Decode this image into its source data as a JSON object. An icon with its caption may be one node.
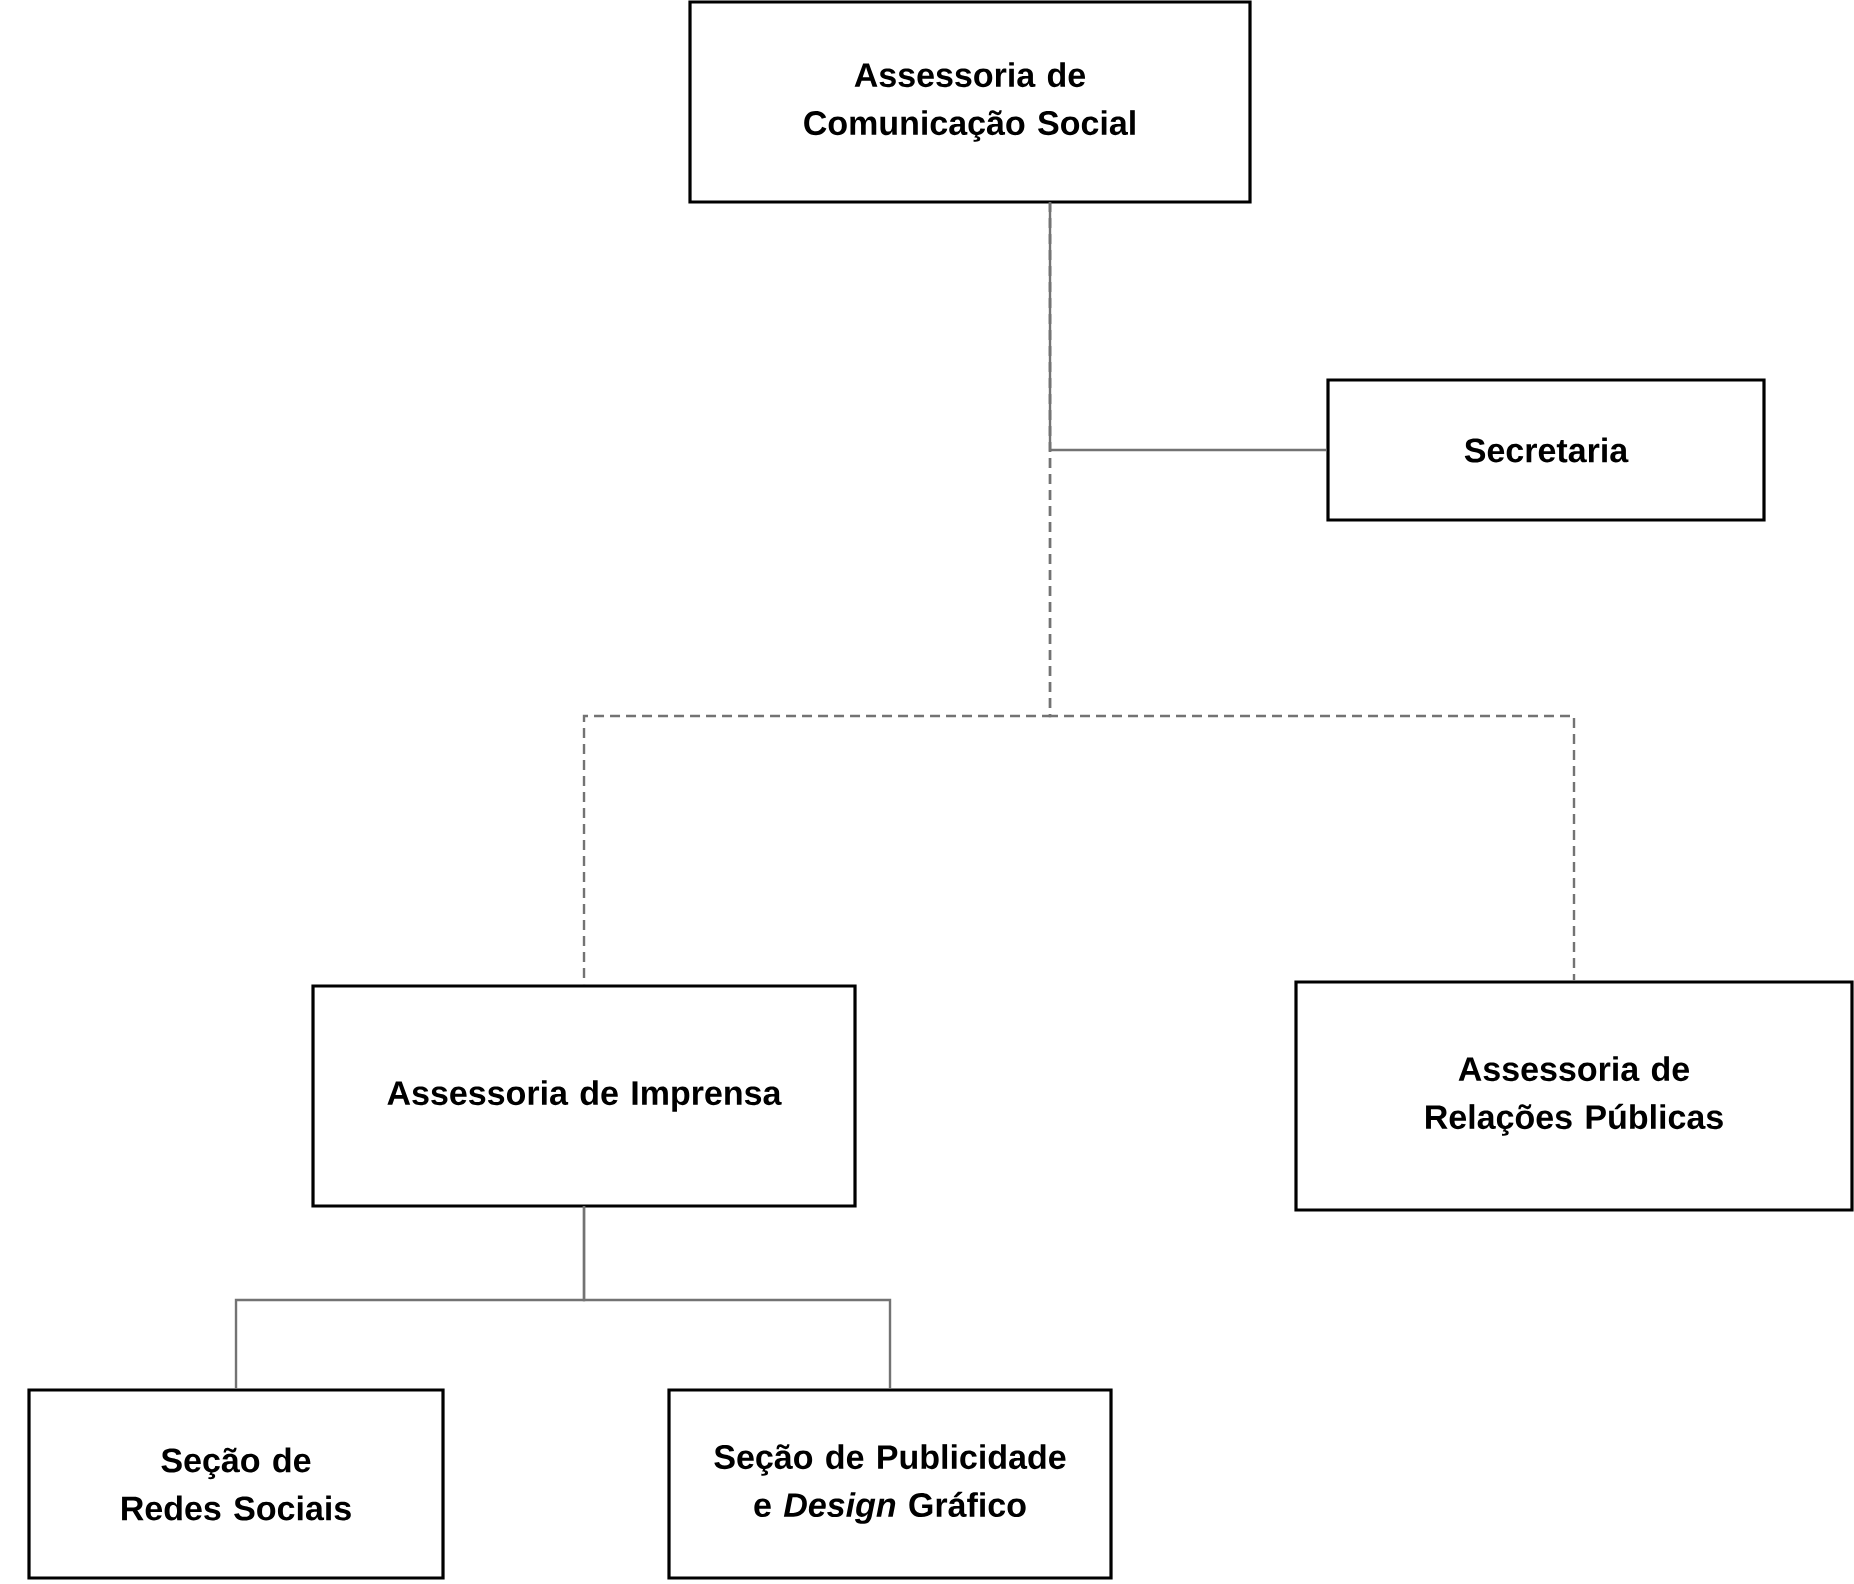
{
  "diagram": {
    "nodes": [
      {
        "text": [
          "Assessoria de Comunicação Social"
        ]
      },
      {
        "text": [
          "Secretaria"
        ]
      },
      {
        "text": [
          "Assessoria de Imprensa"
        ]
      },
      {
        "text": [
          "Assessoria de Relações Públicas"
        ]
      },
      {
        "text": [
          "Seção de Redes Sociais"
        ]
      },
      {
        "text": [
          "Seção de Publicidade e *Design* Gráfico"
        ]
      }
    ],
    "edges": [
      {
        "from": 0,
        "to": 1,
        "arrow": "none"
      },
      {
        "from": 0,
        "to": 2,
        "arrow": "none",
        "style": "dashed"
      },
      {
        "from": 0,
        "to": 3,
        "arrow": "none",
        "style": "dashed"
      },
      {
        "from": 2,
        "to": 4,
        "arrow": "none"
      },
      {
        "from": 2,
        "to": 5,
        "arrow": "none"
      }
    ]
  }
}
